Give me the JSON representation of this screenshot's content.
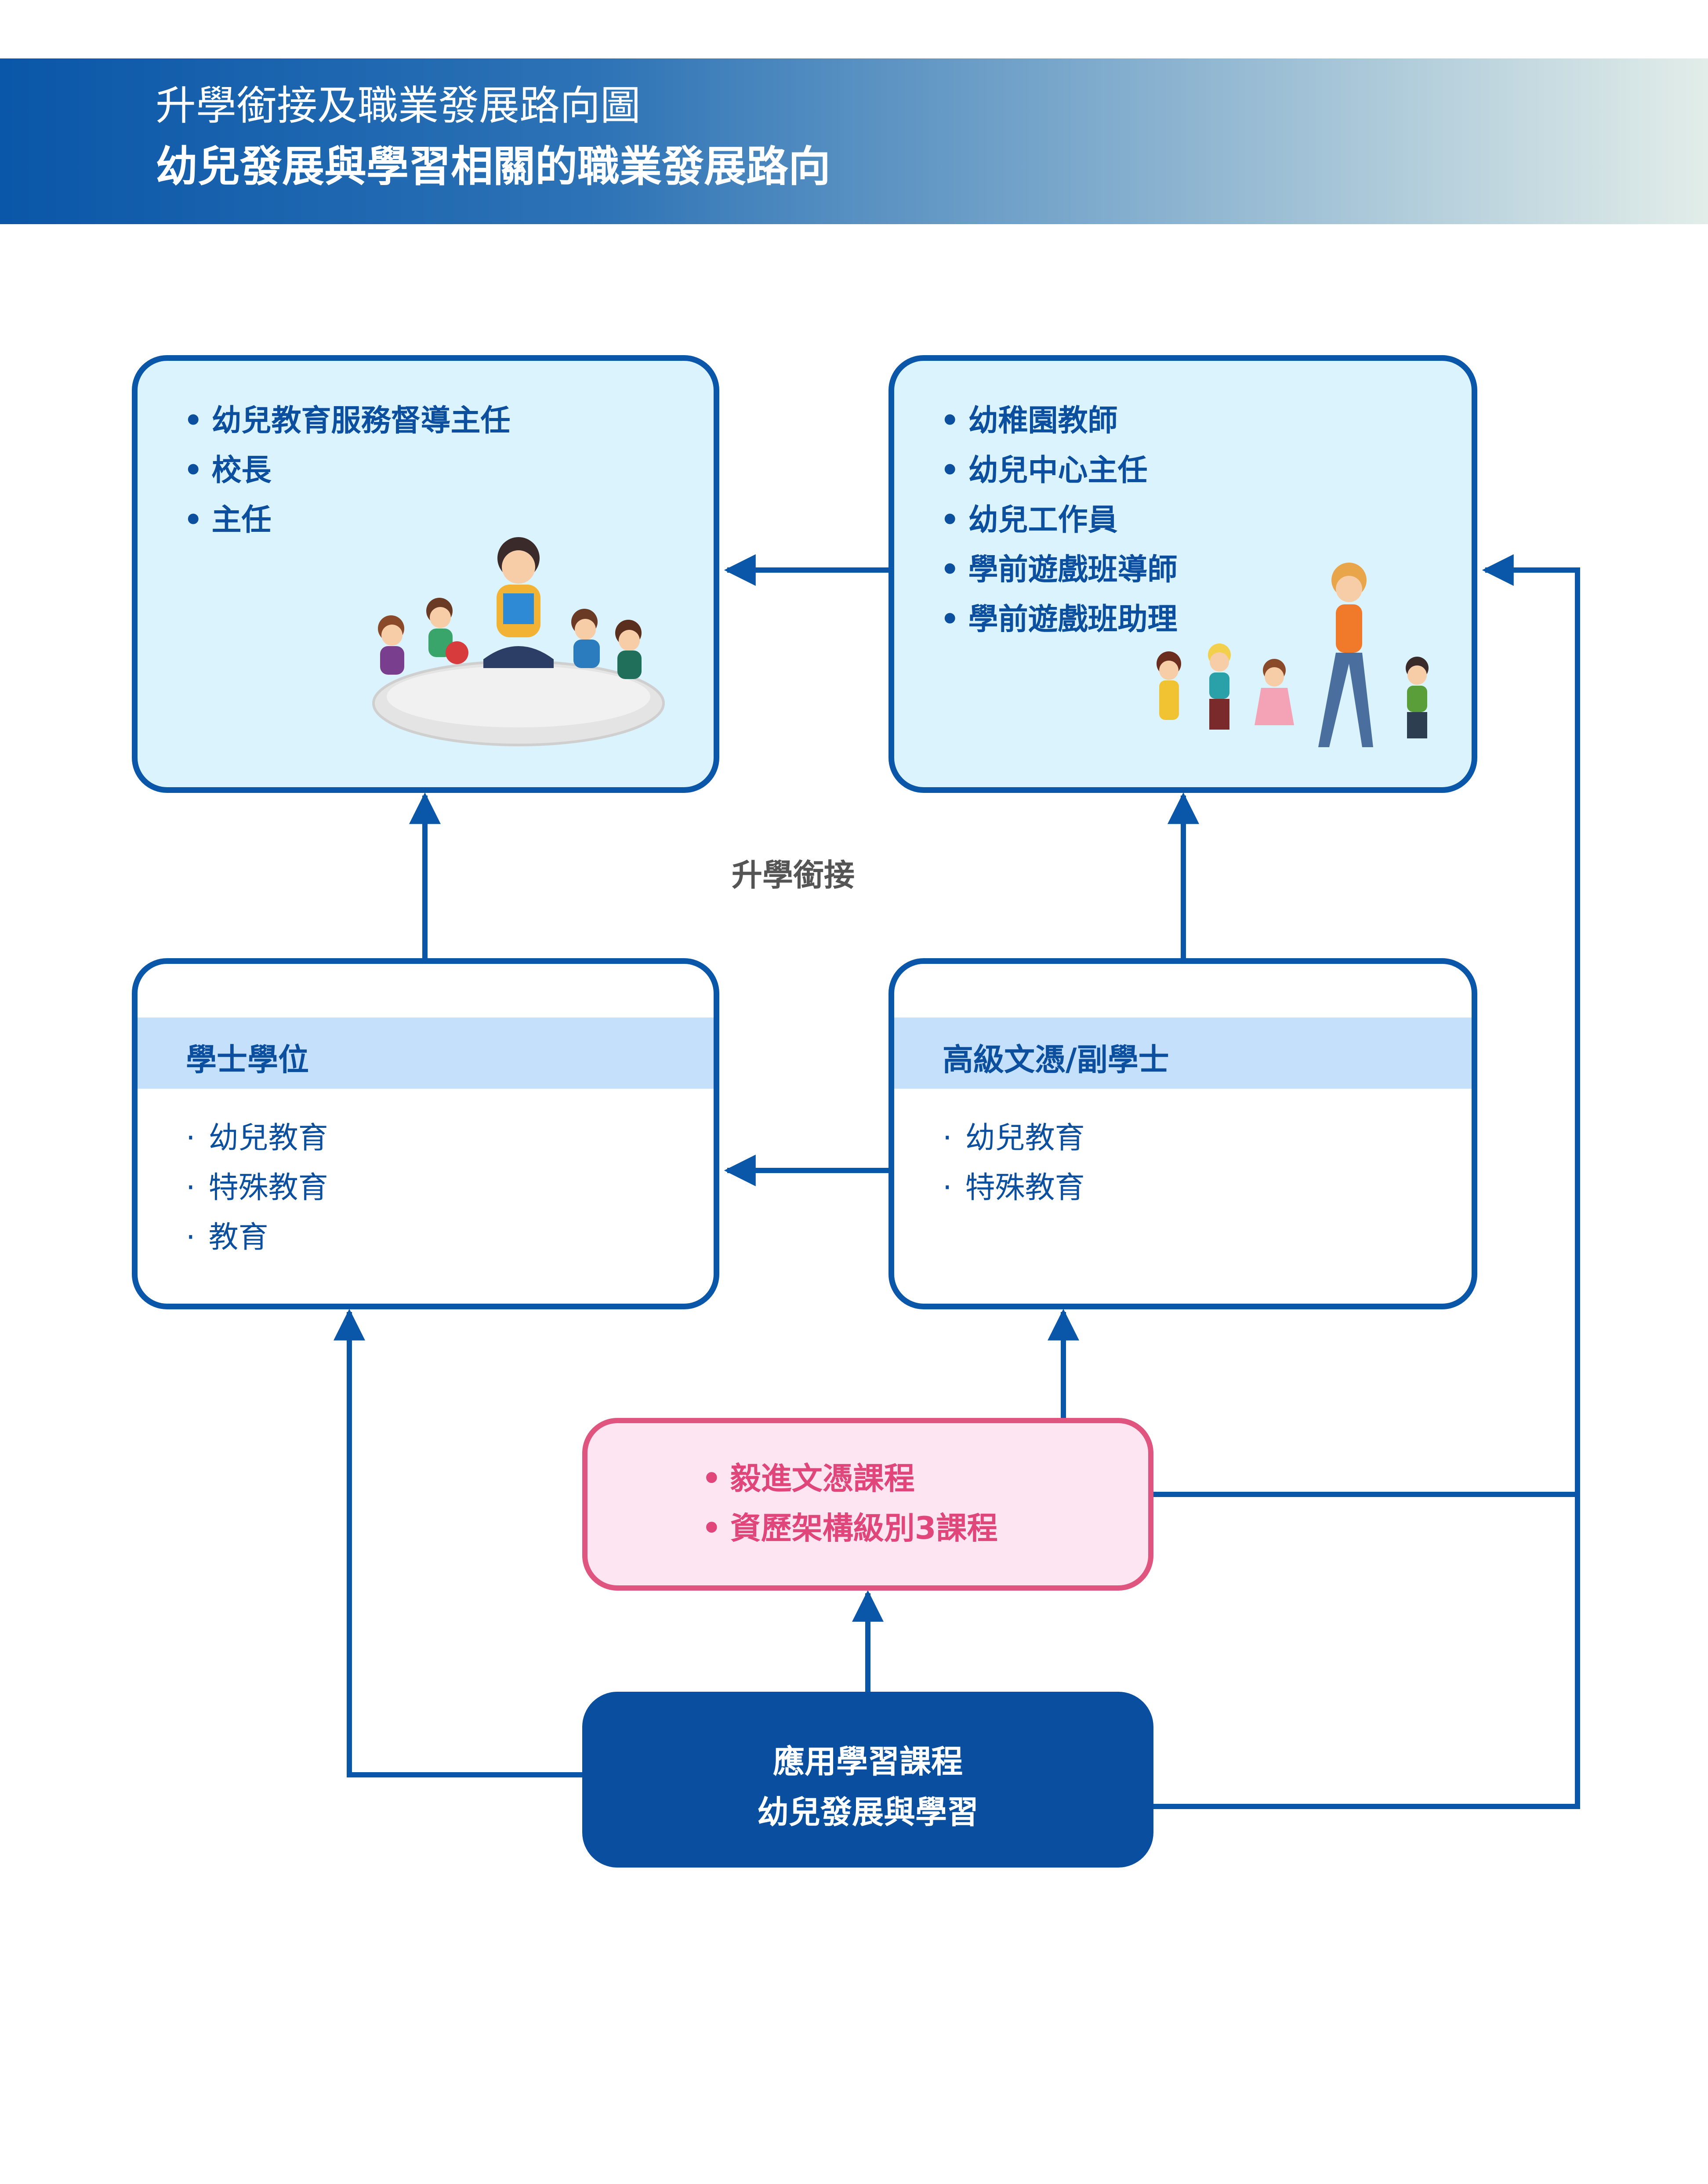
{
  "header": {
    "subtitle": "升學銜接及職業發展路向圖",
    "title": "幼兒發展與學習相關的職業發展路向"
  },
  "careers_left": {
    "items": [
      "幼兒教育服務督導主任",
      "校長",
      "主任"
    ]
  },
  "careers_right": {
    "items": [
      "幼稚園教師",
      "幼兒中心主任",
      "幼兒工作員",
      "學前遊戲班導師",
      "學前遊戲班助理"
    ]
  },
  "middle_label": "升學銜接",
  "degree": {
    "title": "學士學位",
    "items": [
      "幼兒教育",
      "特殊教育",
      "教育"
    ]
  },
  "diploma": {
    "title": "高級文憑/副學士",
    "items": [
      "幼兒教育",
      "特殊教育"
    ]
  },
  "pathway_courses": {
    "items": [
      "毅進文憑課程",
      "資歷架構級別3課程"
    ]
  },
  "source_course": {
    "line1": "應用學習課程",
    "line2": "幼兒發展與學習"
  },
  "colors": {
    "primary_blue": "#0a56a8",
    "career_fill": "#dbf3fc",
    "band_fill": "#c4e0fa",
    "pink_border": "#e05580",
    "pink_fill": "#fde6f2",
    "pink_text": "#e0467a"
  }
}
